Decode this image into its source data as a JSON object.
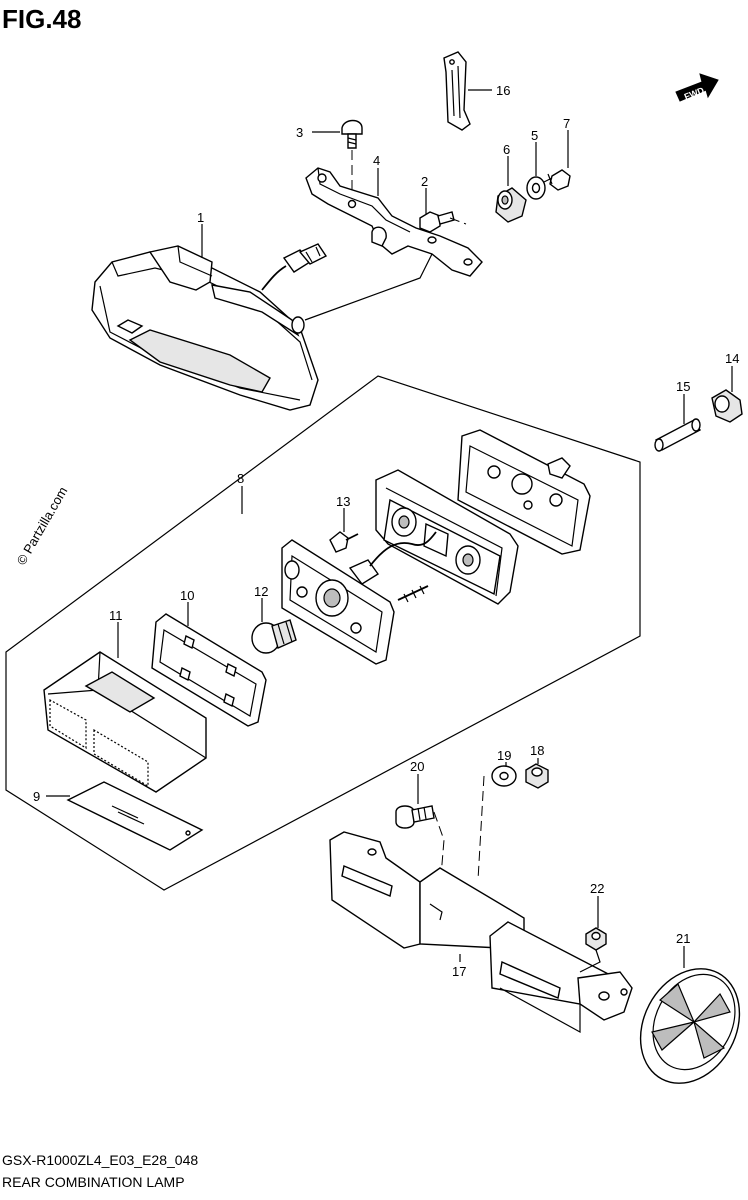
{
  "figure": {
    "title": "FIG.48",
    "model_code": "GSX-R1000ZL4_E03_E28_048",
    "caption": "REAR COMBINATION LAMP"
  },
  "watermark": "© Partzilla.com",
  "fwd_arrow": {
    "label": "FWD",
    "icon": "fwd-arrow-icon"
  },
  "callouts": [
    "1",
    "2",
    "3",
    "4",
    "5",
    "6",
    "7",
    "8",
    "9",
    "10",
    "11",
    "12",
    "13",
    "14",
    "15",
    "16",
    "17",
    "18",
    "19",
    "20",
    "21",
    "22"
  ]
}
